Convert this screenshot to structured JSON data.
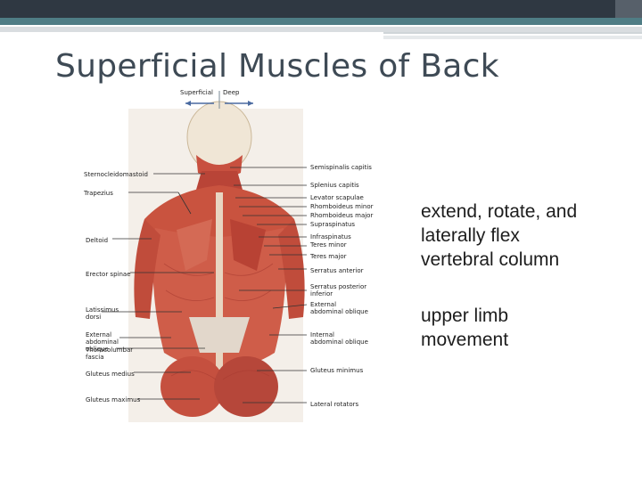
{
  "slide": {
    "title": "Superficial Muscles of Back"
  },
  "figure": {
    "toggle": {
      "superficial": "Superficial",
      "deep": "Deep"
    },
    "labels_left": [
      "Sternocleidomastoid",
      "Trapezius",
      "Deltoid",
      "Erector spinae",
      "Latissimus dorsi",
      "External abdominal oblique",
      "Thoracolumbar fascia",
      "Gluteus medius",
      "Gluteus maximus"
    ],
    "labels_right": [
      "Semispinalis capitis",
      "Splenius capitis",
      "Levator scapulae",
      "Rhomboideus minor",
      "Rhomboideus major",
      "Supraspinatus",
      "Infraspinatus",
      "Teres minor",
      "Teres major",
      "Serratus anterior",
      "Serratus posterior inferior",
      "External abdominal oblique",
      "Internal abdominal oblique",
      "Gluteus minimus",
      "Lateral rotators"
    ]
  },
  "notes": {
    "line1": "extend, rotate, and",
    "line2": "laterally flex",
    "line3": "vertebral column",
    "line4": "upper limb",
    "line5": "movement"
  }
}
